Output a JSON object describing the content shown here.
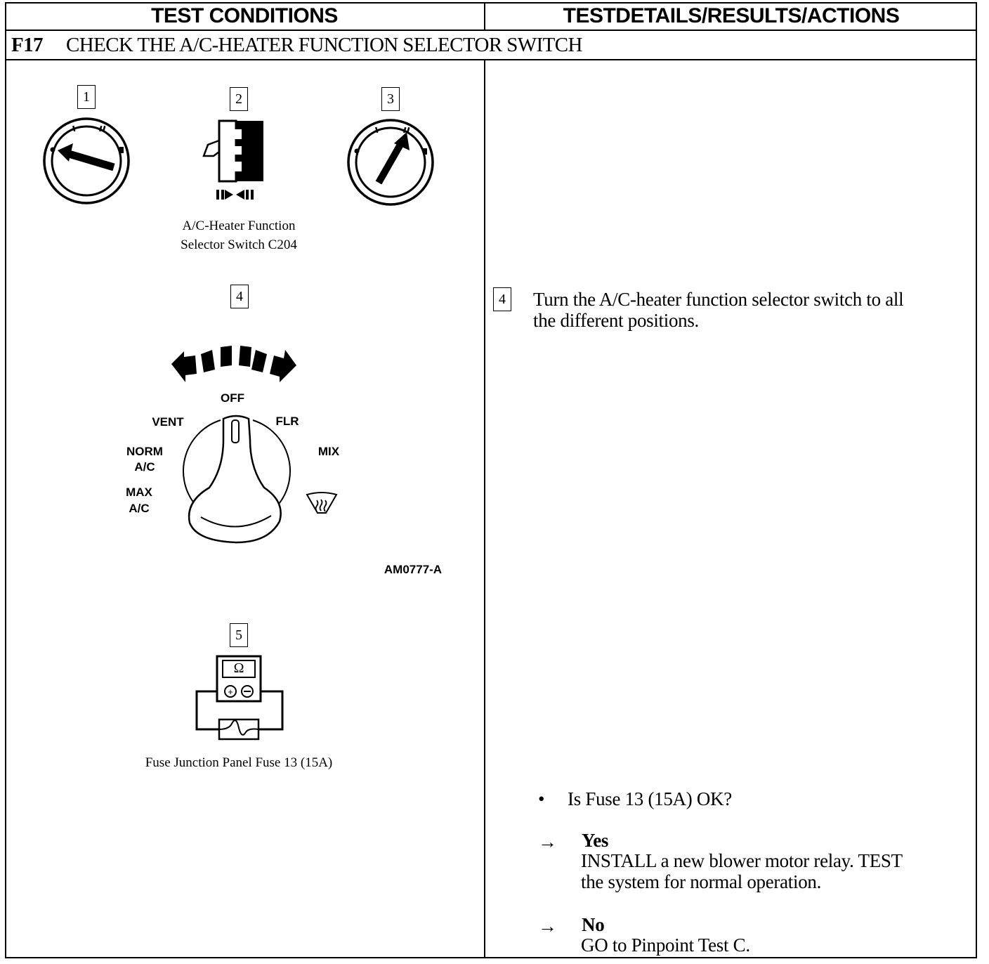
{
  "header": {
    "left": "TEST CONDITIONS",
    "right": "TESTDETAILS/RESULTS/ACTIONS"
  },
  "test": {
    "code": "F17",
    "title": "CHECK THE A/C-HEATER FUNCTION SELECTOR SWITCH"
  },
  "left": {
    "step1": "1",
    "step2": "2",
    "step3": "3",
    "switch_caption_1": "A/C-Heater Function",
    "switch_caption_2": "Selector Switch C204",
    "step4": "4",
    "dial_labels": {
      "off": "OFF",
      "vent": "VENT",
      "flr": "FLR",
      "norm": "NORM",
      "norm_ac": "A/C",
      "mix": "MIX",
      "max": "MAX",
      "max_ac": "A/C"
    },
    "figure_id": "AM0777-A",
    "step5": "5",
    "ohm_symbol": "Ω",
    "fuse_caption": "Fuse Junction Panel Fuse 13 (15A)"
  },
  "right": {
    "step4": "4",
    "instruction_1": "Turn the A/C-heater function selector switch to all",
    "instruction_2": "the different positions.",
    "bullet": "•",
    "question": "Is Fuse 13 (15A) OK?",
    "arrow": "→",
    "yes_label": "Yes",
    "yes_text_1": "INSTALL a new blower motor relay. TEST",
    "yes_text_2": "the system for normal operation.",
    "no_label": "No",
    "no_text": "GO to Pinpoint Test C."
  }
}
